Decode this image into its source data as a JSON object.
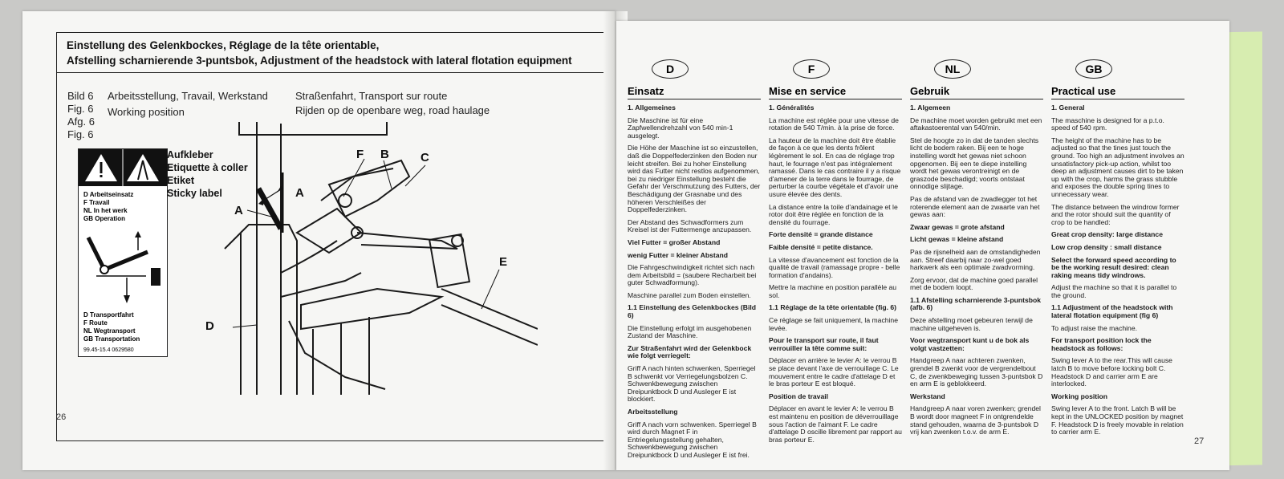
{
  "left_page": {
    "header_line1": "Einstellung des Gelenkbockes, Réglage de la tête orientable,",
    "header_line2": "Afstelling scharnierende 3-puntsbok, Adjustment of the headstock with lateral flotation equipment",
    "figure_refs": [
      "Bild 6",
      "Fig.  6",
      "Afg.  6",
      "Fig.  6"
    ],
    "working_position_de_fr_nl": "Arbeitsstellung, Travail, Werkstand",
    "working_position_en": "Working position",
    "transport_de_fr": "Straßenfahrt, Transport sur route",
    "transport_nl_en": "Rijden op de openbare weg, road haulage",
    "sticker_labels": [
      "Aufkleber",
      "Etiquette à coller",
      "Etiket",
      "Sticky label"
    ],
    "decal_top": [
      "D   Arbeitseinsatz",
      "F    Travail",
      "NL   In het werk",
      "GB  Operation"
    ],
    "decal_bottom": [
      "D    Transportfahrt",
      "F     Route",
      "NL   Wegtransport",
      "GB  Transportation"
    ],
    "decal_code": "99.45-15.4    0629580",
    "diagram_labels": {
      "a1": "A",
      "a2": "A",
      "b": "B",
      "c": "C",
      "d": "D",
      "e": "E",
      "f": "F"
    },
    "page_number": "26"
  },
  "right_page": {
    "page_number": "27",
    "columns": [
      {
        "lang": "D",
        "title": "Einsatz",
        "paragraphs": [
          "1. Allgemeines",
          "Die Maschine ist für eine Zapfwellendrehzahl von 540 min-1 ausgelegt.",
          "Die Höhe der Maschine ist so einzustellen, daß die Doppelfederzinken den Boden nur leicht streifen. Bei zu hoher Einstellung wird das Futter nicht restlos aufgenommen, bei zu niedriger Einstellung besteht die Gefahr der Verschmutzung des Futters, der Beschädigung der Grasnabe und des höheren Verschleißes der Doppelfederzinken.",
          "Der Abstand des Schwadformers zum Kreisel ist der Futtermenge anzupassen.",
          "Viel Futter = großer Abstand",
          "wenig Futter = kleiner Abstand",
          "Die Fahrgeschwindigkeit richtet sich nach dem Arbeitsbild = (saubere Recharbeit bei guter Schwadformung).",
          "Maschine parallel zum Boden einstellen.",
          "1.1 Einstellung des Gelenkbockes (Bild 6)",
          "Die Einstellung erfolgt im ausgehobenen Zustand der Maschine.",
          "Zur Straßenfahrt wird der Gelenkbock wie folgt verriegelt:",
          "Griff A nach hinten schwenken, Sperriegel B schwenkt vor Verriegelungsbolzen C. Schwenkbewegung zwischen Dreipunktbock D und Ausleger E ist blockiert.",
          "Arbeitsstellung",
          "Griff A nach vorn schwenken. Sperriegel B wird durch Magnet F in Entriegelungsstellung gehalten, Schwenkbewegung zwischen Dreipunktbock D und Ausleger E ist frei."
        ]
      },
      {
        "lang": "F",
        "title": "Mise en service",
        "paragraphs": [
          "1. Généralités",
          "La machine est réglée pour une vitesse de rotation de 540 T/min. à la prise de force.",
          "La hauteur de la machine doit être établie de façon à ce que les dents frôlent légèrement le sol. En cas de réglage trop haut, le fourrage n'est pas intégralement ramassé. Dans le cas contraire il y a risque d'amener de la terre dans le fourrage, de perturber la courbe végétale et d'avoir une usure élevée des dents.",
          "La distance entre la toile d'andainage et le rotor doit être réglée en fonction de la densité du fourrage.",
          "Forte densité = grande distance",
          "Faible densité = petite distance.",
          "La vitesse d'avancement est fonction de la qualité de travail (ramassage propre - belle formation d'andains).",
          "Mettre la machine en position parallèle au sol.",
          "1.1 Réglage de la tête orientable (fig. 6)",
          "Ce réglage se fait uniquement, la machine levée.",
          "Pour le transport sur route, il faut verrouiller la tête comme suit:",
          "Déplacer en arrière le levier A: le verrou B se place devant l'axe de verrouillage C. Le mouvement entre le cadre d'attelage D et le bras porteur E est bloqué.",
          "Position de travail",
          "Déplacer en avant le levier A: le verrou B est maintenu en position de déverrouillage sous l'action de l'aimant F. Le cadre d'attelage D oscille librement par rapport au bras porteur E."
        ]
      },
      {
        "lang": "NL",
        "title": "Gebruik",
        "paragraphs": [
          "1. Algemeen",
          "De machine moet worden gebruikt met een aftakastoerental van 540/min.",
          "Stel de hoogte zo in dat de tanden slechts licht de bodem raken. Bij een te hoge instelling wordt het gewas niet schoon opgenomen. Bij een te diepe instelling wordt het gewas verontreinigt en de graszode beschadigd; voorts ontstaat onnodige slijtage.",
          "Pas de afstand van de zwadlegger tot het roterende element aan de zwaarte van het gewas aan:",
          "Zwaar gewas = grote afstand",
          "Licht gewas = kleine afstand",
          "Pas de rijsnelheid aan de omstandigheden aan. Streef daarbij naar zo-wel goed harkwerk als een optimale zwadvorming.",
          "Zorg ervoor, dat de machine goed parallel met de bodem loopt.",
          "1.1 Afstelling scharnierende 3-puntsbok (afb. 6)",
          "Deze afstelling moet gebeuren terwijl de machine uitgeheven is.",
          "Voor wegtransport kunt u de bok als volgt vastzetten:",
          "Handgreep A naar achteren zwenken, grendel B zwenkt voor de vergrendelbout C, de zwenkbeweging tussen 3-puntsbok D en arm E is geblokkeerd.",
          "Werkstand",
          "Handgreep A naar voren zwenken; grendel B wordt door magneet F in ontgrendelde stand gehouden, waarna de 3-puntsbok D vrij kan zwenken t.o.v. de arm E."
        ]
      },
      {
        "lang": "GB",
        "title": "Practical use",
        "paragraphs": [
          "1. General",
          "The maschine is designed for a p.t.o. speed of 540 rpm.",
          "The height of the machine has to be adjusted so that the tines just touch the ground. Too high an adjustment involves an unsatisfactory pick-up action, whilst too deep an adjustment causes dirt to be taken up with the crop, harms the grass stubble and exposes the double spring tines to unnecessary wear.",
          "The distance between the windrow former and the rotor should suit the quantity of crop to be handled:",
          "Great crop density: large distance",
          "Low crop density : small distance",
          "Select the forward speed according to be the working result desired: clean raking means tidy windrows.",
          "Adjust the machine so that it is parallel to the ground.",
          "1.1 Adjustment of the headstock with lateral flotation equipment (fig 6)",
          "To adjust raise the machine.",
          "For transport position lock the headstock as follows:",
          "Swing lever A to the rear.This will cause latch B to move before locking bolt C. Headstock D and carrier arm E are interlocked.",
          "Working position",
          "Swing lever A to the front. Latch B will be kept in the UNLOCKED position by magnet F. Headstock D is freely movable in relation to carrier arm E."
        ]
      }
    ]
  }
}
